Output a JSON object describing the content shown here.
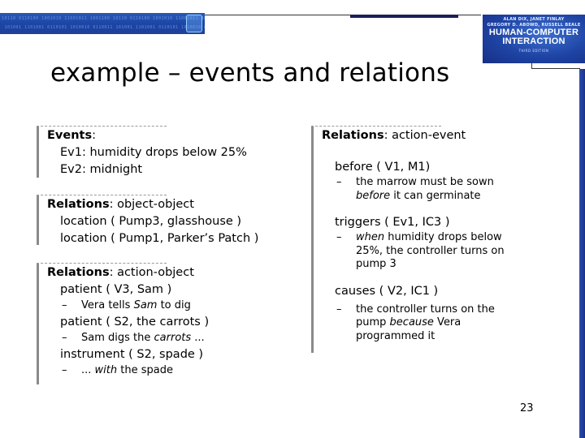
{
  "header": {
    "binary_pattern": "10110 0110100 1001010 11001011 1001100 10110 0110100 1001010 11001011 10010\n 101001 1101001 0110101 1010010 0110011 101001 1101001 0110101 1010010 01101",
    "book_cover": {
      "authors_line1": "ALAN DIX, JANET FINLAY",
      "authors_line2": "GREGORY D. ABOWD, RUSSELL BEALE",
      "title_line1": "HUMAN-COMPUTER",
      "title_line2": "INTERACTION",
      "edition": "THIRD EDITION"
    }
  },
  "slide": {
    "title": "example – events and relations",
    "page_number": "23"
  },
  "left_column": {
    "events": {
      "heading_bold": "Events",
      "heading_rest": ":",
      "items": [
        "Ev1: humidity drops below 25%",
        "Ev2: midnight"
      ]
    },
    "object_object": {
      "heading_bold": "Relations",
      "heading_rest": ": object-object",
      "items": [
        "location ( Pump3, glasshouse )",
        "location ( Pump1, Parker’s Patch )"
      ]
    },
    "action_object": {
      "heading_bold": "Relations",
      "heading_rest": ": action-object",
      "items": [
        {
          "relation": "patient ( V3, Sam )",
          "note_pre": "Vera tells ",
          "note_em": "Sam",
          "note_post": " to dig"
        },
        {
          "relation": "patient ( S2, the carrots )",
          "note_pre": "Sam digs the ",
          "note_em": "carrots",
          "note_post": " ..."
        },
        {
          "relation": "instrument ( S2, spade )",
          "note_pre": "... ",
          "note_em": "with",
          "note_post": " the spade"
        }
      ]
    }
  },
  "right_column": {
    "heading_bold": "Relations",
    "heading_rest": ": action-event",
    "items": [
      {
        "relation": "before ( V1, M1)",
        "note_pre": "the marrow must be sown",
        "note_em": "before",
        "note_post": " it can germinate"
      },
      {
        "relation": "triggers ( Ev1, IC3 )",
        "note_pre": "",
        "note_em": "when",
        "note_post": " humidity drops below 25%,  the controller turns on pump 3"
      },
      {
        "relation": "causes ( V2, IC1 )",
        "note_pre": "the controller turns on the pump ",
        "note_em": "because",
        "note_post": " Vera programmed it"
      }
    ],
    "dash": "–"
  }
}
